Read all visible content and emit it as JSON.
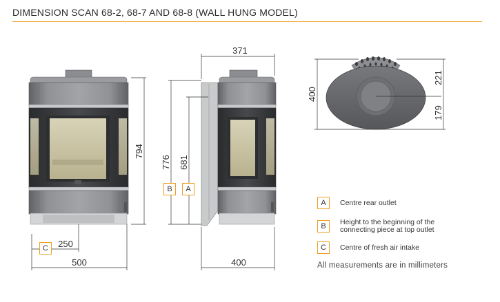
{
  "title": "DIMENSION SCAN 68-2, 68-7 AND 68-8 (WALL HUNG MODEL)",
  "dims": {
    "front_height": "794",
    "front_width": "500",
    "front_offset": "250",
    "side_top_width": "371",
    "side_height_b": "776",
    "side_height_a": "681",
    "side_bottom_depth": "400",
    "top_view_depth": "400",
    "top_view_upper": "221",
    "top_view_lower": "179"
  },
  "labels": {
    "a": "A",
    "b": "B",
    "c": "C"
  },
  "legend": [
    {
      "key": "A",
      "text": "Centre rear outlet"
    },
    {
      "key": "B",
      "text": "Height to the beginning of the\nconnecting piece at top outlet"
    },
    {
      "key": "C",
      "text": "Centre of fresh air intake"
    }
  ],
  "note": "All measurements are in millimeters",
  "colors": {
    "accent": "#f0a020",
    "stove_body": "#8e9094",
    "stove_dark": "#3a3b3d",
    "glass": "#c9c3a4"
  }
}
